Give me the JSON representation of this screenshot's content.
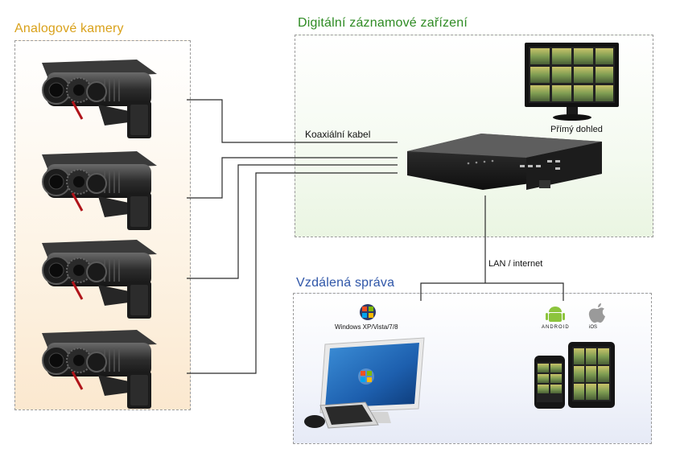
{
  "sections": {
    "analog": {
      "title": "Analogové kamery"
    },
    "dvr": {
      "title": "Digitální záznamové zařízení"
    },
    "remote": {
      "title": "Vzdálená správa"
    }
  },
  "labels": {
    "coax": "Koaxiální kabel",
    "direct": "Přímý dohled",
    "lan": "LAN / internet",
    "windows": "Windows XP/Vista/7/8",
    "android": "ANDROID",
    "ios": "iOS"
  },
  "icons": {
    "camera": "cctv-camera-icon",
    "dvr": "dvr-recorder-icon",
    "monitor": "monitor-icon",
    "pc": "all-in-one-pc-icon",
    "windows": "windows-logo-icon",
    "android": "android-logo-icon",
    "apple": "apple-logo-icon",
    "phone": "smartphone-icon",
    "tablet": "tablet-icon"
  },
  "colors": {
    "analog_title": "#d9a11a",
    "dvr_title": "#2e8b23",
    "remote_title": "#2f56a8"
  }
}
